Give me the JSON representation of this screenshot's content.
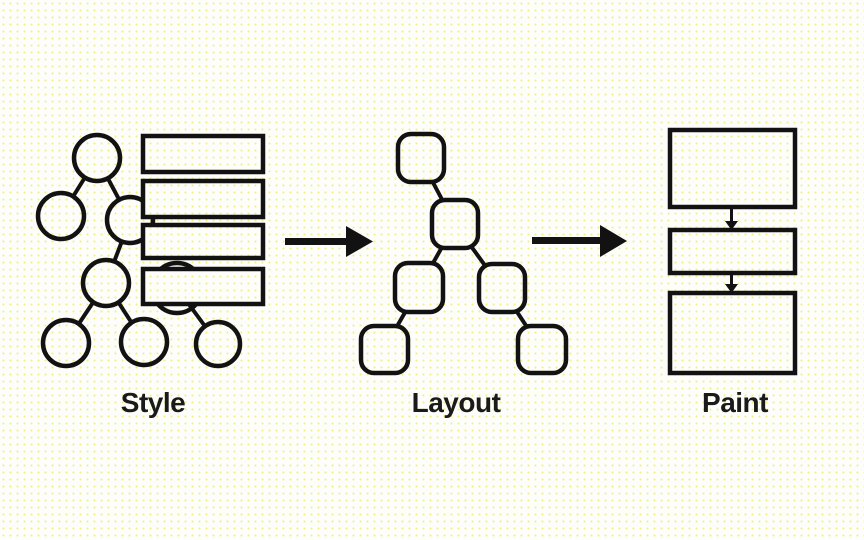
{
  "colors": {
    "background": "#fdfdf9",
    "dot": "#f3ee7d",
    "ink": "#121212"
  },
  "stages": [
    {
      "id": "style",
      "label": "Style"
    },
    {
      "id": "layout",
      "label": "Layout"
    },
    {
      "id": "paint",
      "label": "Paint"
    }
  ]
}
